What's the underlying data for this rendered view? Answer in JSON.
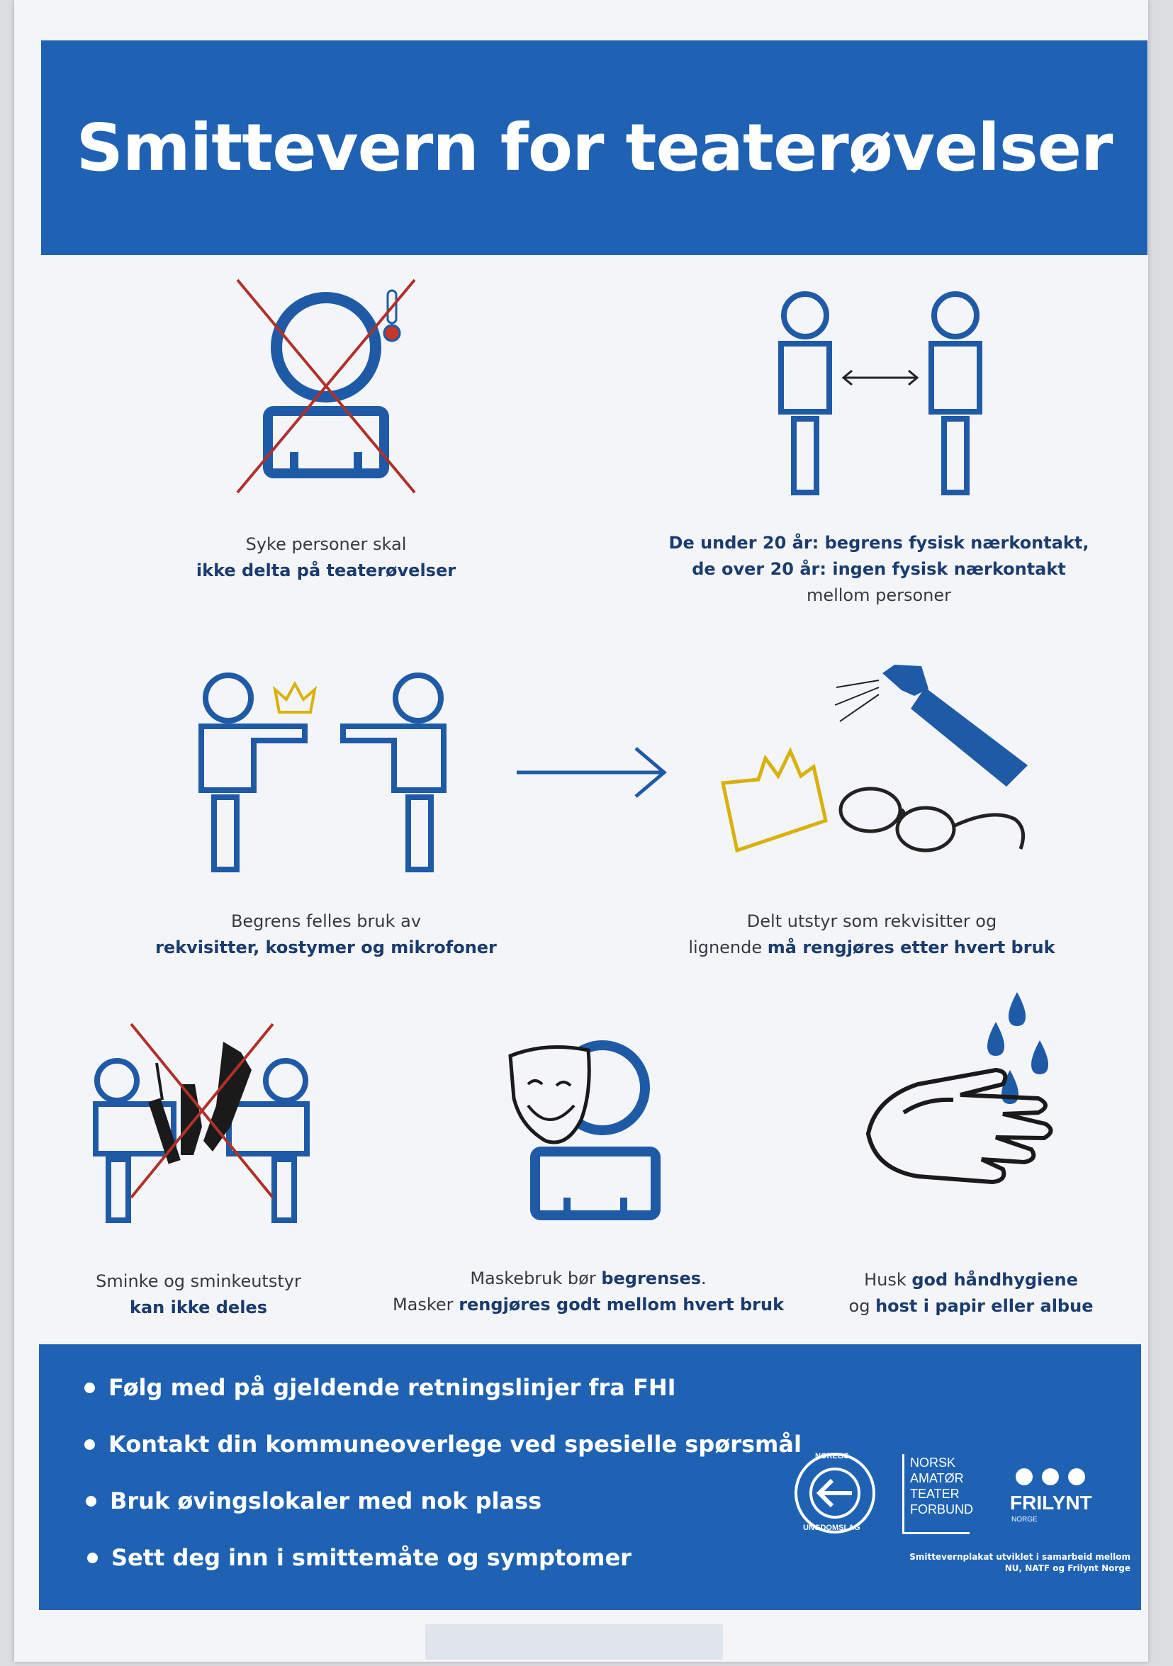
{
  "title": "Smittevern for teaterøvelser",
  "captions": {
    "sick": {
      "line1": "Syke personer skal",
      "line2": "ikke delta på teaterøvelser"
    },
    "distance": {
      "line1": "De under 20 år: begrens fysisk nærkontakt,",
      "line2": "de over 20 år: ingen fysisk nærkontakt",
      "line3": "mellom personer"
    },
    "props": {
      "line1": "Begrens felles bruk av",
      "line2": "rekvisitter, kostymer og mikrofoner"
    },
    "cleaning": {
      "line1": "Delt utstyr som rekvisitter og",
      "line2a": "lignende ",
      "line2b": "må rengjøres etter hvert bruk"
    },
    "makeup": {
      "line1": "Sminke og sminkeutstyr",
      "line2": "kan ikke deles"
    },
    "masks": {
      "line1a": "Maskebruk bør ",
      "line1b": "begrenses",
      "line1c": ".",
      "line2a": "Masker ",
      "line2b": "rengjøres godt mellom hvert bruk"
    },
    "hygiene": {
      "line1a": "Husk ",
      "line1b": "god håndhygiene",
      "line2a": "og ",
      "line2b": "host i papir eller albue"
    }
  },
  "tips": [
    "Følg med på gjeldende retningslinjer fra FHI",
    "Kontakt din kommuneoverlege ved spesielle spørsmål",
    "Bruk øvingslokaler med nok plass",
    "Sett deg inn i smittemåte og symptomer"
  ],
  "logos": {
    "nu_top": "NOREGS",
    "nu_bottom": "UNGDOMSLAG",
    "natf": [
      "NORSK",
      "AMATØR",
      "TEATER",
      "FORBUND"
    ],
    "frilynt": "FRILYNT",
    "frilynt_sub": "NORGE"
  },
  "credit": {
    "line1": "Smittevernplakat utviklet i samarbeid mellom",
    "line2": "NU, NATF og Frilynt Norge"
  },
  "colors": {
    "brand_blue": "#1f62b4",
    "icon_blue": "#1f5aa6",
    "cross_red": "#b0302a",
    "crown_gold": "#d8b10a",
    "thermo_red": "#c0392b"
  }
}
